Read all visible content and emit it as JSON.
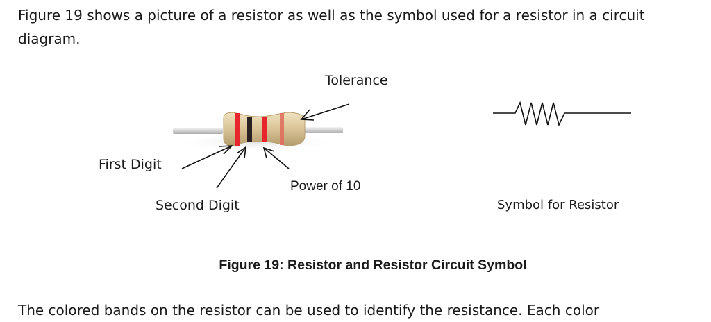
{
  "document": {
    "intro_paragraph": "Figure 19 shows a picture of a resistor as well as the symbol used for a resistor in a circuit diagram.",
    "figure": {
      "labels": {
        "tolerance": "Tolerance",
        "first_digit": "First Digit",
        "second_digit": "Second Digit",
        "power_of_10": "Power of 10",
        "symbol_caption": "Symbol for Resistor"
      },
      "caption": "Figure 19:  Resistor and Resistor Circuit Symbol"
    },
    "bottom_paragraph": "The colored bands on the resistor can be used to identify the resistance.  Each color"
  },
  "colors": {
    "resistor_body": "#d9c497",
    "band_red": "#e8242c",
    "band_black": "#2a2222",
    "lead": "#d7d7d7"
  }
}
